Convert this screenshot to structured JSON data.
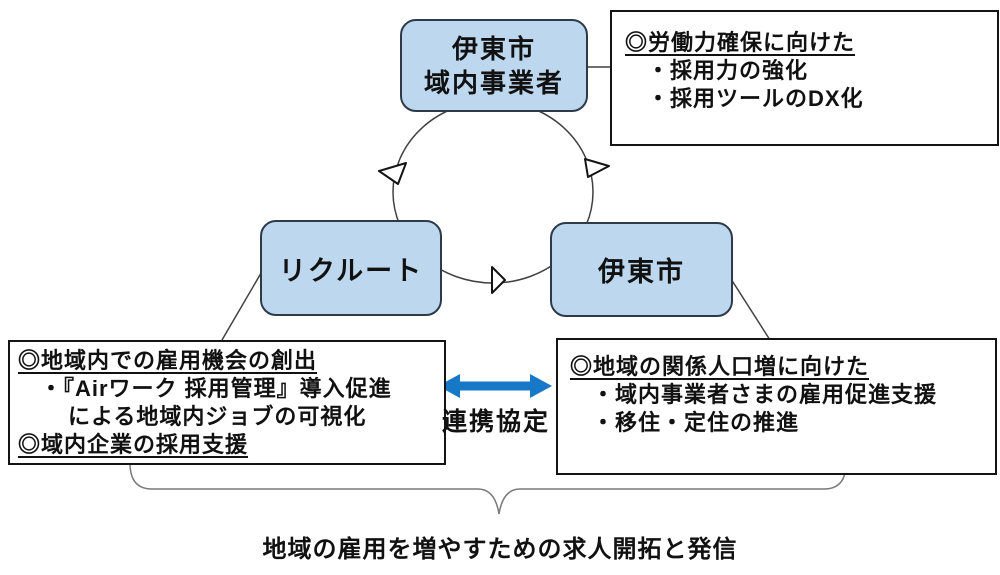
{
  "top_node": {
    "line1": "伊東市",
    "line2": "域内事業者"
  },
  "left_node": {
    "label": "リクルート"
  },
  "right_node": {
    "label": "伊東市"
  },
  "labor_box": {
    "heading": "◎労働力確保に向けた",
    "item1": "・採用力の強化",
    "item2": "・採用ツールのDX化"
  },
  "recruit_box": {
    "heading1": "◎地域内での雇用機会の創出",
    "item1": "・『Airワーク 採用管理』導入促進",
    "item2": "による地域内ジョブの可視化",
    "heading2": "◎域内企業の採用支援"
  },
  "city_box": {
    "heading": "◎地域の関係人口増に向けた",
    "item1": "・域内事業者さまの雇用促進支援",
    "item2": "・移住・定住の推進"
  },
  "partnership_label": "連携協定",
  "bottom_caption": "地域の雇用を増やすための求人開拓と発信",
  "colors": {
    "node_fill": "#BDD7EE",
    "node_border": "#2d3a4a",
    "partnership_arrow_blue": "#1878C8",
    "line_gray": "#404040"
  }
}
